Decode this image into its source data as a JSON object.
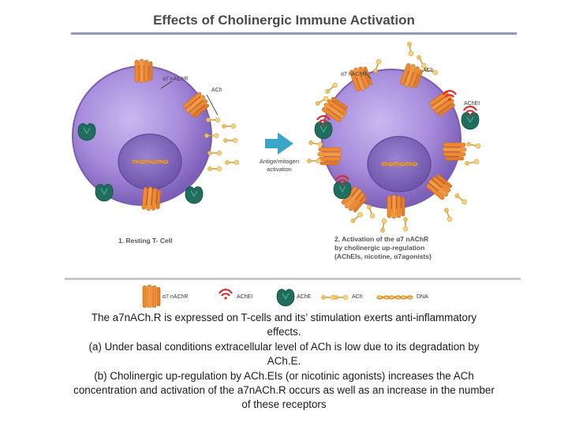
{
  "figure": {
    "title": "Effects of Cholinergic Immune Activation",
    "left_cell": {
      "receptor_label": "α7 nAChR",
      "ach_label": "ACh",
      "caption": "1. Resting T- Cell"
    },
    "transition_label": [
      "Antige/mitogen",
      "activation"
    ],
    "right_cell": {
      "receptor_label": "α7 nAChR",
      "ach_label": "ACh",
      "ache_inhibitor_label": "AChEI",
      "caption": [
        "2. Activation of the α7 nAChR",
        "by cholinergic up-regulation",
        "(AChEIs, nicotine, α7agonists)"
      ]
    },
    "legend": {
      "receptor": "α7 nAChR",
      "inhibitor": "AChEI",
      "enzyme": "AChE",
      "ach": "ACh",
      "dna": "DNA"
    }
  },
  "caption": {
    "lines": [
      "The a7nACh.R is expressed on T-cells and its’ stimulation exerts anti-inflammatory",
      "effects.",
      "(a) Under basal conditions extracellular level of ACh is low due to its degradation by",
      "ACh.E.",
      "(b) Cholinergic up-regulation by ACh.EIs (or nicotinic agonists) increases the ACh",
      "concentration and activation of the a7nACh.R occurs as well as an increase in the number",
      "of these receptors"
    ]
  },
  "colors": {
    "cell_membrane": "#8a6fc0",
    "cell_body": "#b19ae0",
    "nucleus": "#7d63b5",
    "receptor": "#f08a2c",
    "ache": "#1f6e5e",
    "inhibitor": "#d62c2c",
    "ach": "#f2c15a",
    "arrow": "#3aa7c9",
    "rule": "#8f9ab6"
  }
}
